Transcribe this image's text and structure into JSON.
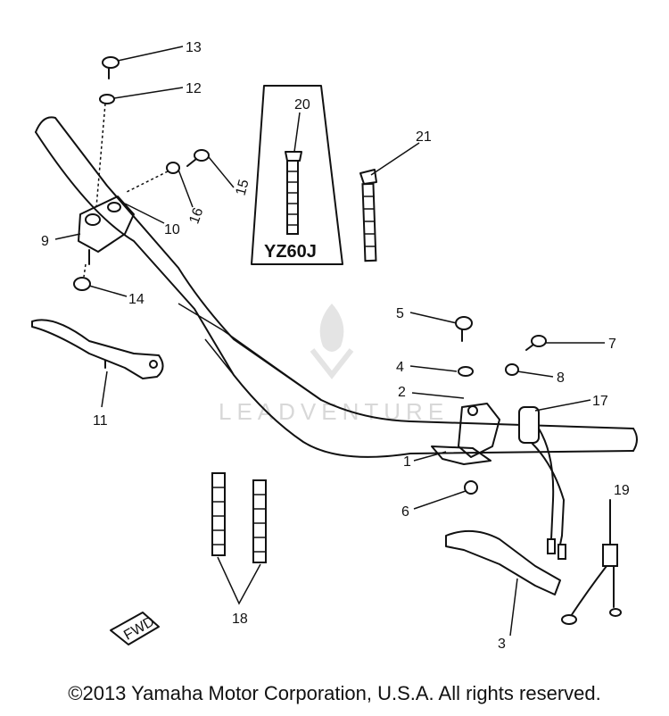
{
  "callouts": {
    "c1": "1",
    "c2": "2",
    "c3": "3",
    "c4": "4",
    "c5": "5",
    "c6": "6",
    "c7": "7",
    "c8": "8",
    "c9": "9",
    "c10": "10",
    "c11": "11",
    "c12": "12",
    "c13": "13",
    "c14": "14",
    "c15": "15",
    "c16": "16",
    "c17": "17",
    "c18": "18",
    "c19": "19",
    "c20": "20",
    "c21": "21"
  },
  "model_box_label": "YZ60J",
  "fwd_label": "FWD",
  "watermark": "LEADVENTURE",
  "copyright": "©2013 Yamaha Motor Corporation, U.S.A. All rights reserved.",
  "colors": {
    "ink": "#111111",
    "background": "#ffffff",
    "watermark": "#d8d8d8"
  }
}
